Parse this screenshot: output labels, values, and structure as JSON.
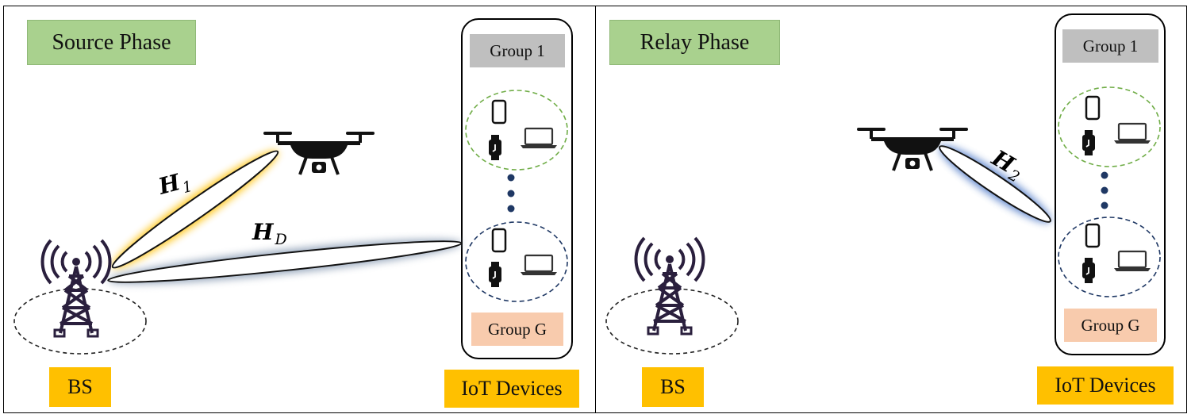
{
  "left_panel": {
    "phase_label": "Source Phase",
    "group_top": "Group 1",
    "group_bottom": "Group G",
    "bs_label": "BS",
    "iot_label": "IoT Devices",
    "channel_1": {
      "letter": "H",
      "sub": "1"
    },
    "channel_d": {
      "letter": "H",
      "sub": "D"
    }
  },
  "right_panel": {
    "phase_label": "Relay Phase",
    "group_top": "Group 1",
    "group_bottom": "Group G",
    "bs_label": "BS",
    "iot_label": "IoT Devices",
    "channel_2": {
      "letter": "H",
      "sub": "2"
    }
  },
  "colors": {
    "phase_label": "#a9d18e",
    "tag": "#ffc000",
    "group_top": "#bfbfbf",
    "group_bottom": "#f8cbad",
    "group1_ring": "#70ad47",
    "groupG_ring": "#1f3864",
    "beam_glow_yellow": "#ffc000",
    "beam_glow_blue": "#4472c4",
    "tower": "#2a1f3d"
  },
  "icons": [
    "cell-tower-icon",
    "drone-icon",
    "smartphone-icon",
    "smartwatch-icon",
    "laptop-icon"
  ]
}
